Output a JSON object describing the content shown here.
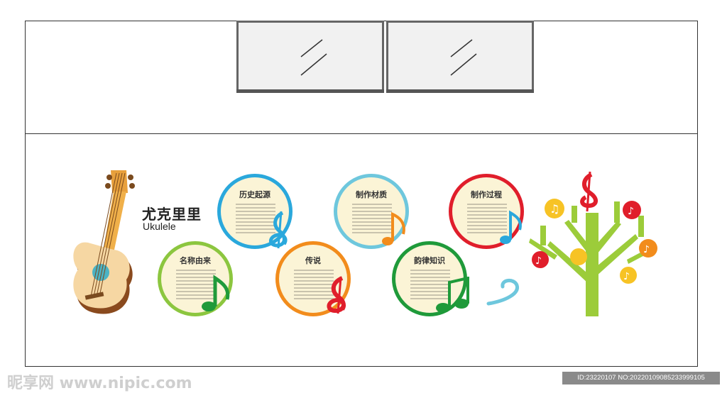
{
  "title": {
    "cn": "尤克里里",
    "en": "Ukulele"
  },
  "panels": [
    {
      "title": "历史起源",
      "color": "#2aa8dc"
    },
    {
      "title": "制作材质",
      "color": "#6ec7dd"
    },
    {
      "title": "制作过程",
      "color": "#e01e2b"
    },
    {
      "title": "名称由来",
      "color": "#8cc63f"
    },
    {
      "title": "传说",
      "color": "#f28c1c"
    },
    {
      "title": "韵律知识",
      "color": "#1f9a3a"
    }
  ],
  "watermark": {
    "left": "昵享网 www.nipic.com",
    "right": "ID:23220107 NO:20220109085233999105"
  }
}
